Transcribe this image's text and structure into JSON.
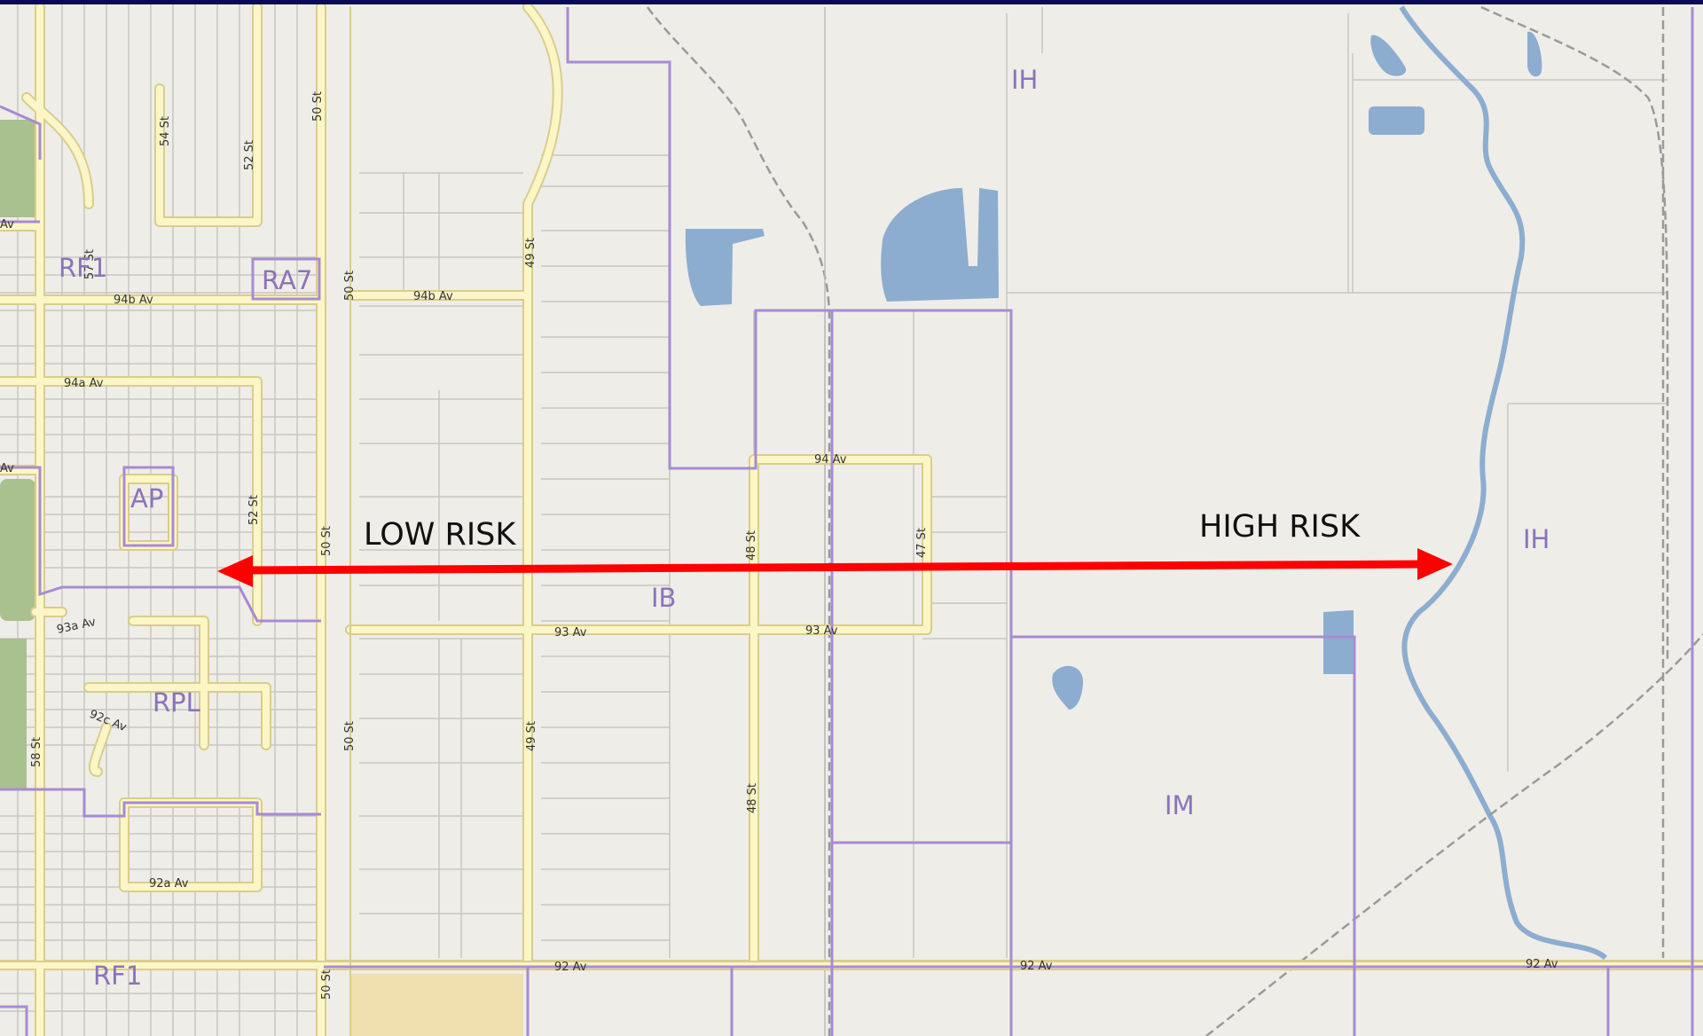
{
  "map": {
    "risk_labels": {
      "low": "LOW RISK",
      "high": "HIGH RISK"
    },
    "zones": {
      "ih_top": "IH",
      "ih_right": "IH",
      "ib": "IB",
      "im": "IM",
      "rf1_top": "RF1",
      "rf1_bottom": "RF1",
      "ra7": "RA7",
      "ap": "AP",
      "rpl": "RPL"
    },
    "streets": {
      "s50_top": "50 St",
      "s50_mid": "50 St",
      "s50_lower": "50 St",
      "s50_left": "50 St",
      "s50_bottom": "50 St",
      "s54": "54 St",
      "s52_top": "52 St",
      "s52_mid": "52 St",
      "s57": "57 St",
      "s58": "58 St",
      "s49_top": "49 St",
      "s49_bottom": "49 St",
      "s48_top": "48 St",
      "s48_bottom": "48 St",
      "s47": "47 St",
      "av94b_left": "94b Av",
      "av94b_right": "94b Av",
      "av94a": "94a Av",
      "av94": "94 Av",
      "av93a": "93a Av",
      "av93_left": "93 Av",
      "av93_right": "93 Av",
      "av92c": "92c Av",
      "av92a": "92a Av",
      "av92_left": "92 Av",
      "av92_mid": "92 Av",
      "av92_right": "92 Av",
      "av_edge_top": "Av",
      "av_edge_mid": "Av"
    },
    "colors": {
      "land": "#efede8",
      "road_fill": "#fcf6c6",
      "road_edge": "#d9cd8e",
      "zoning_line": "#a78bd2",
      "water": "#8cadcf",
      "parcel_line": "#c9c6c0",
      "arrow": "#ff0000",
      "park": "#a9c08f",
      "frame": "#0a0a55"
    }
  }
}
